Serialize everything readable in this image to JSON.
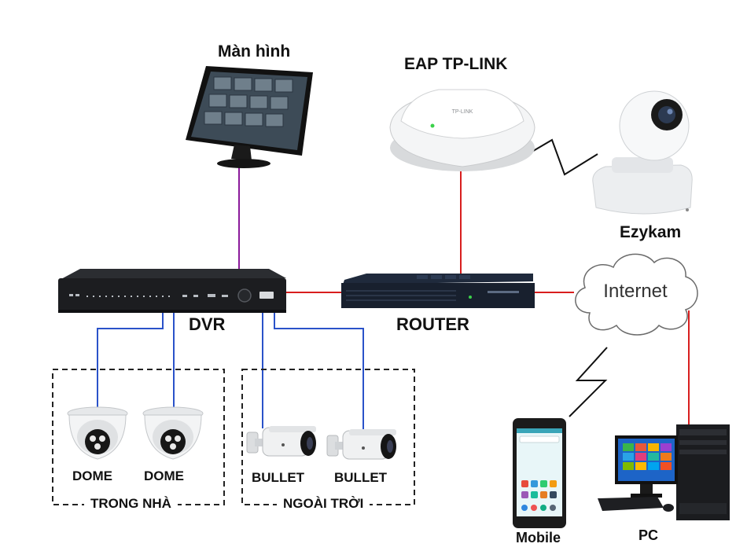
{
  "labels": {
    "monitor": "Màn hình",
    "eap": "EAP TP-LINK",
    "ezykam": "Ezykam",
    "dvr": "DVR",
    "router": "ROUTER",
    "internet": "Internet",
    "dome1": "DOME",
    "dome2": "DOME",
    "bullet1": "BULLET",
    "bullet2": "BULLET",
    "indoor": "TRONG NHÀ",
    "outdoor": "NGOÀI TRỜI",
    "mobile": "Mobile",
    "pc": "PC",
    "eap_brand": "TP-LINK"
  },
  "colors": {
    "purple_link": "#8b1a9b",
    "red_link": "#d81e1e",
    "blue_link": "#2a52c9",
    "dashed_box": "#222222",
    "device_dark": "#1d1f22"
  }
}
